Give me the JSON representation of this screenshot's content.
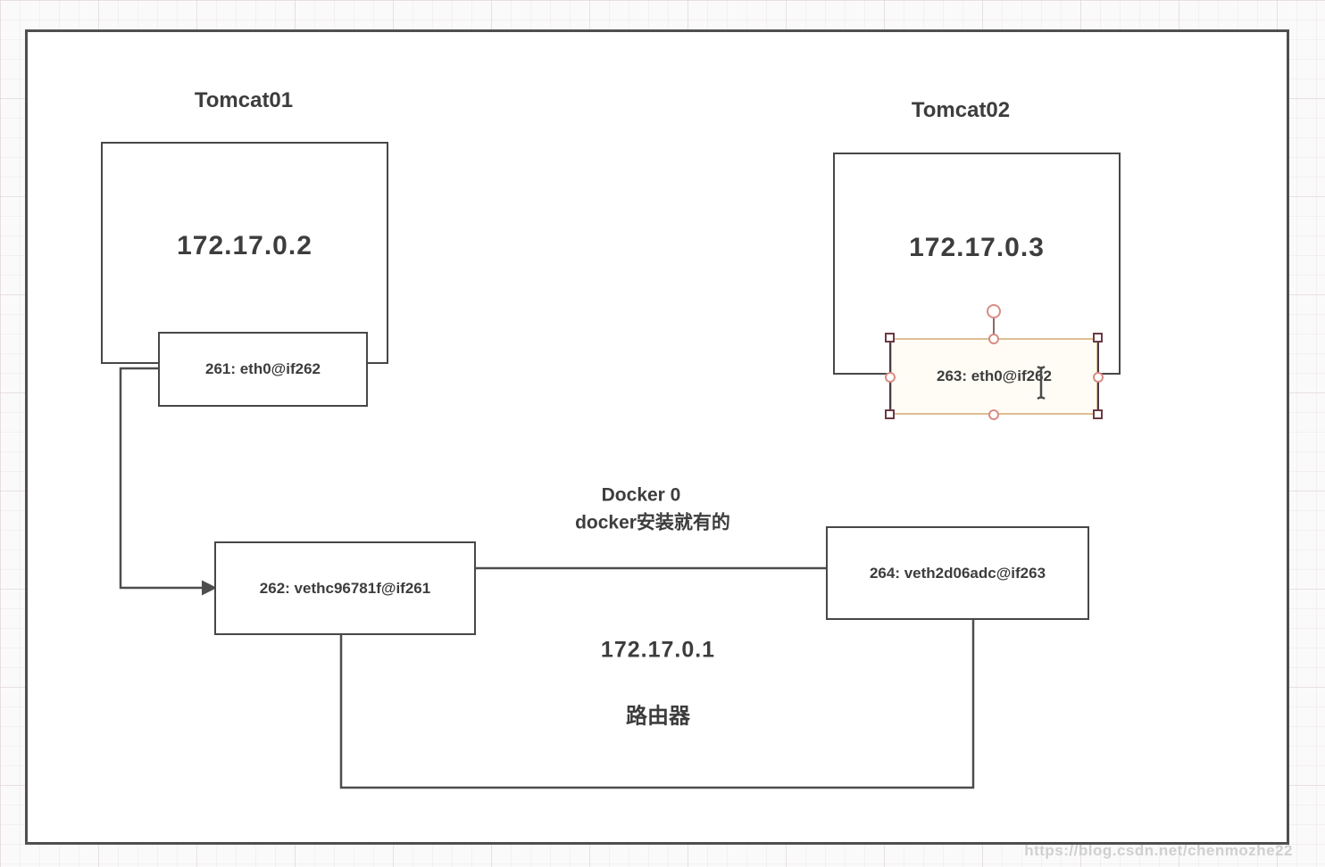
{
  "nodes": {
    "tomcat01": {
      "title": "Tomcat01",
      "ip": "172.17.0.2",
      "eth": "261: eth0@if262"
    },
    "tomcat02": {
      "title": "Tomcat02",
      "ip": "172.17.0.3",
      "eth": "263: eth0@if262"
    },
    "veth_left": {
      "label": "262: vethc96781f@if261"
    },
    "veth_right": {
      "label": "264: veth2d06adc@if263"
    }
  },
  "bridge": {
    "name": "Docker 0",
    "note": "docker安装就有的",
    "ip": "172.17.0.1",
    "role": "路由器"
  },
  "watermark": "https://blog.csdn.net/chenmozhe22",
  "colors": {
    "line": "#4d4d4d",
    "text": "#3d3d3d",
    "selection_border": "#ddbe92",
    "corner_handle_border": "#6b3a45",
    "side_handle_border": "#d98b82",
    "frame_border": "#4f4f4f"
  }
}
